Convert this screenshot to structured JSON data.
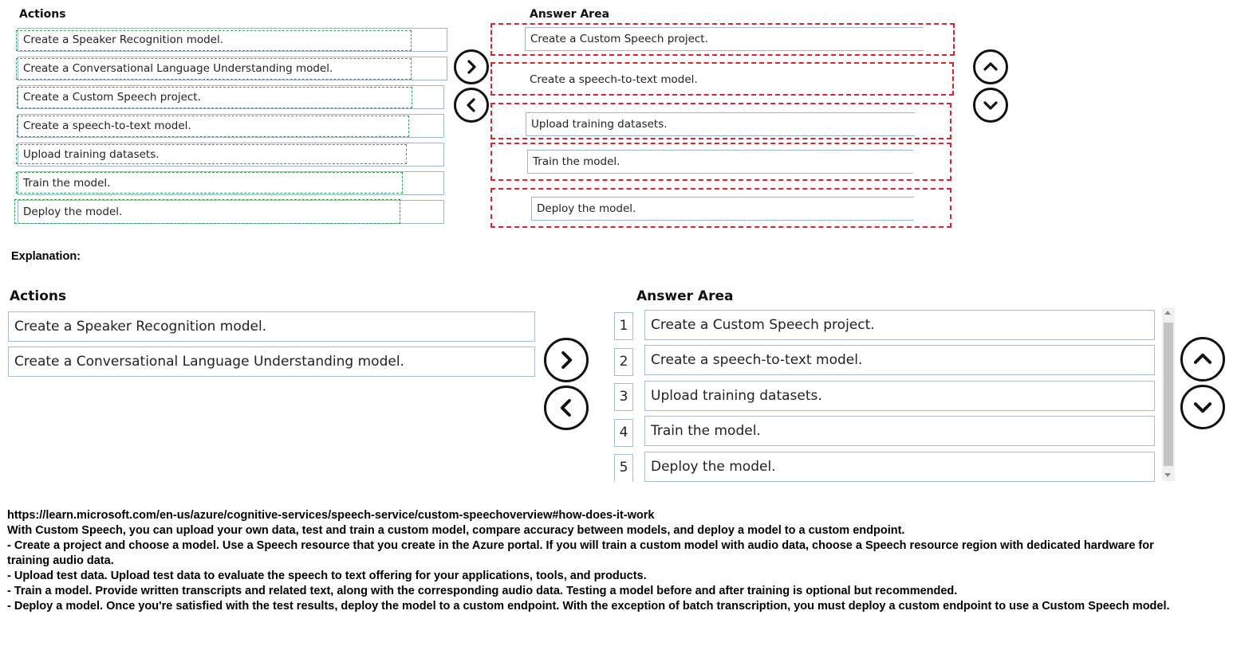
{
  "top": {
    "actions_title": "Actions",
    "answer_title": "Answer Area",
    "actions": [
      "Create a Speaker Recognition model.",
      "Create a Conversational Language Understanding model.",
      "Create a Custom Speech project.",
      "Create a speech-to-text model.",
      "Upload training datasets.",
      "Train the model.",
      "Deploy the model."
    ],
    "answers": [
      "Create a Custom Speech project.",
      "Create a speech-to-text model.",
      "Upload training datasets.",
      "Train the model.",
      "Deploy the model."
    ]
  },
  "explanation_label": "Explanation:",
  "bottom": {
    "actions_title": "Actions",
    "answer_title": "Answer Area",
    "actions": [
      "Create a Speaker Recognition model.",
      "Create a Conversational Language Understanding model."
    ],
    "answers": [
      {
        "num": "1",
        "text": "Create a Custom Speech project."
      },
      {
        "num": "2",
        "text": "Create a speech-to-text model."
      },
      {
        "num": "3",
        "text": "Upload training datasets."
      },
      {
        "num": "4",
        "text": "Train the model."
      },
      {
        "num": "5",
        "text": "Deploy the model."
      }
    ]
  },
  "explanation": {
    "url": "https://learn.microsoft.com/en-us/azure/cognitive-services/speech-service/custom-speechoverview#how-does-it-work",
    "intro": "With Custom Speech, you can upload your own data, test and train a custom model, compare accuracy between models, and deploy a model to a custom endpoint.",
    "bullets": [
      "- Create a project and choose a model. Use a Speech resource that you create in the Azure portal. If you will train a custom model with audio data, choose a Speech resource region with dedicated hardware for training audio data.",
      "- Upload test data. Upload test data to evaluate the speech to text offering for your applications, tools, and products.",
      "- Train a model. Provide written transcripts and related text, along with the corresponding audio data. Testing a model before and after training is optional but recommended.",
      "- Deploy a model. Once you're satisfied with the test results, deploy the model to a custom endpoint. With the exception of batch transcription, you must deploy a custom endpoint to use a Custom Speech model."
    ]
  },
  "colors": {
    "green_dash": "#2ea44f",
    "red_dash": "#e0202a",
    "box_border": "#9db4cf"
  },
  "icons": [
    "move-right-icon",
    "move-left-icon",
    "move-up-icon",
    "move-down-icon"
  ]
}
